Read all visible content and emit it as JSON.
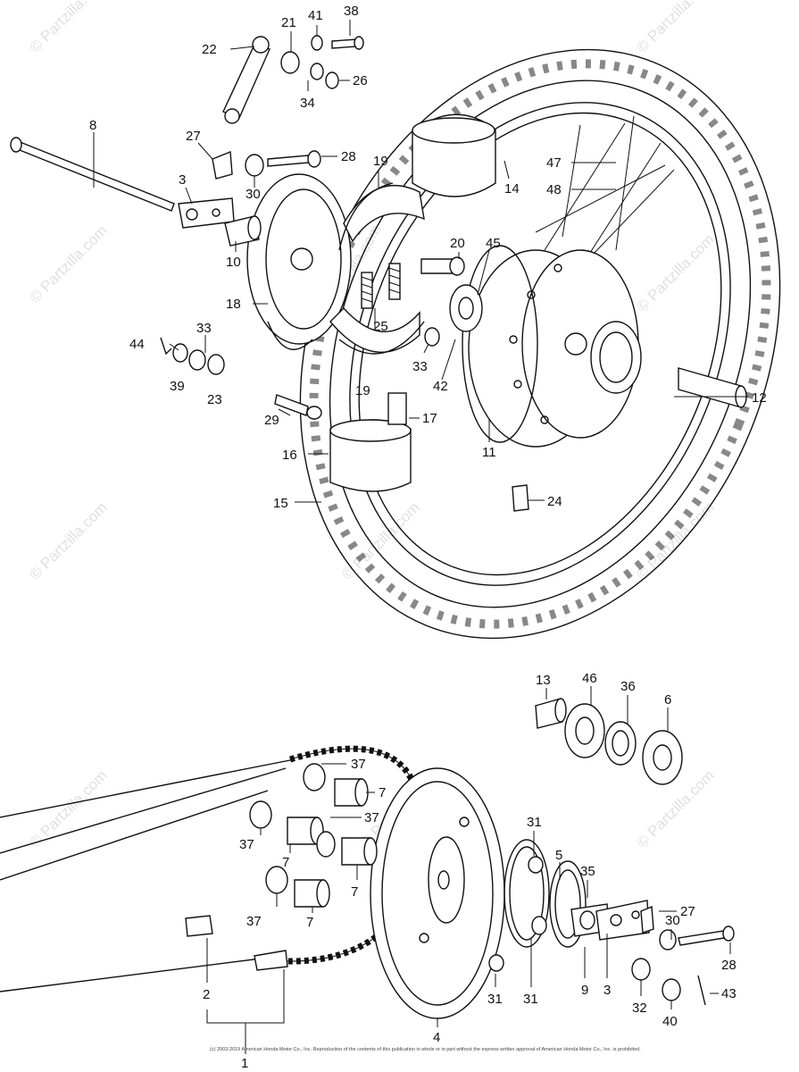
{
  "watermark": "© Partzilla.com",
  "copyright": "(c) 2003-2019 American Honda Motor Co., Inc. Reproduction of the contents of this publication in whole or in part without the express written approval of American Honda Motor Co., Inc. is prohibited.",
  "callouts": [
    "1",
    "2",
    "3",
    "4",
    "5",
    "6",
    "7",
    "8",
    "9",
    "10",
    "11",
    "12",
    "13",
    "14",
    "15",
    "16",
    "17",
    "18",
    "19",
    "20",
    "21",
    "22",
    "23",
    "24",
    "25",
    "26",
    "27",
    "28",
    "29",
    "30",
    "31",
    "32",
    "33",
    "34",
    "35",
    "36",
    "37",
    "38",
    "39",
    "40",
    "41",
    "42",
    "43",
    "44",
    "45",
    "46",
    "47",
    "48"
  ]
}
